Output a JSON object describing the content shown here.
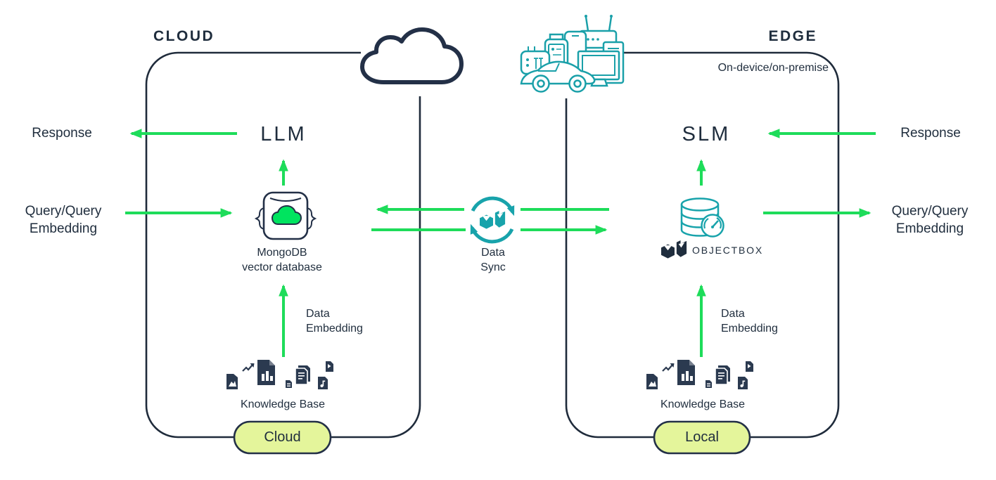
{
  "cloud_section": {
    "title": "CLOUD",
    "model": "LLM",
    "response_label": "Response",
    "query_label": "Query/Query\nEmbedding",
    "database_label": "MongoDB\nvector database",
    "data_embedding_label": "Data\nEmbedding",
    "knowledge_base_label": "Knowledge Base",
    "storage_pill_label": "Cloud"
  },
  "edge_section": {
    "title": "EDGE",
    "subtitle": "On-device/on-premise",
    "model": "SLM",
    "response_label": "Response",
    "query_label": "Query/Query\nEmbedding",
    "database_label": "OBJECTBOX",
    "data_embedding_label": "Data\nEmbedding",
    "knowledge_base_label": "Knowledge Base",
    "storage_pill_label": "Local"
  },
  "sync": {
    "label": "Data\nSync"
  },
  "icons": {
    "cloud": "cloud-icon",
    "edge_devices": "iot-devices-icon",
    "mongodb": "mongodb-vector-db-icon",
    "data_sync": "objectbox-sync-icon",
    "objectbox_database": "objectbox-db-icon",
    "objectbox_logo": "objectbox-logo-icon",
    "knowledge_base": "documents-icon"
  },
  "colors": {
    "arrow_green": "#1edc5a",
    "mongo_green": "#00e45f",
    "teal": "#18a3ab",
    "navy": "#1f2d3d",
    "pill_fill": "#e4f59b"
  }
}
